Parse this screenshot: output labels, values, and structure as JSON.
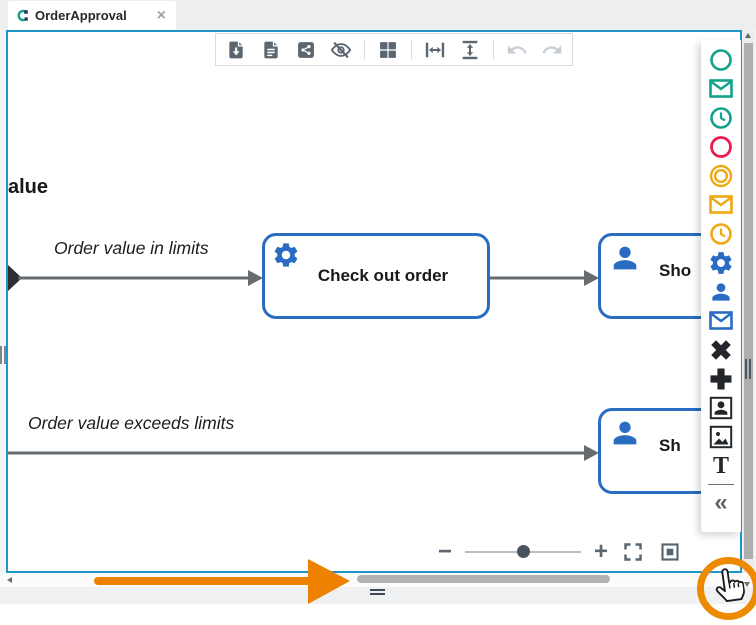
{
  "tab": {
    "icon": "bpmn-modeler-logo-icon",
    "title": "OrderApproval",
    "close_glyph": "×"
  },
  "toolbar": {
    "icons": [
      "export-file",
      "document-properties",
      "share",
      "hide-preview",
      "grid-layout",
      "fit-width",
      "fit-height",
      "undo",
      "redo"
    ],
    "undo_redo_disabled": true
  },
  "diagram": {
    "gateway_label_partial": "alue",
    "flows": [
      {
        "label": "Order value in limits"
      },
      {
        "label": "Order value exceeds limits"
      }
    ],
    "tasks": [
      {
        "type": "service-task",
        "icon": "gear-icon",
        "label": "Check out order"
      },
      {
        "type": "user-task",
        "icon": "person-icon",
        "label": "Sho"
      },
      {
        "type": "user-task",
        "icon": "person-icon",
        "label": "Sh"
      }
    ]
  },
  "zoom_controls": {
    "minus_glyph": "−",
    "plus_glyph": "+",
    "icons": [
      "zoom-out",
      "zoom-slider",
      "zoom-in",
      "fullscreen",
      "fit-to-screen"
    ]
  },
  "palette": {
    "items": [
      {
        "name": "start-event",
        "shape": "circle",
        "color": "#12a28c"
      },
      {
        "name": "message-start-event",
        "shape": "envelope",
        "color": "#12a28c"
      },
      {
        "name": "timer-start-event",
        "shape": "clock",
        "color": "#12a28c"
      },
      {
        "name": "end-event",
        "shape": "circle",
        "color": "#ee1c4e"
      },
      {
        "name": "intermediate-event",
        "shape": "double-circle",
        "color": "#f0a812"
      },
      {
        "name": "message-intermediate-event",
        "shape": "envelope",
        "color": "#f0a812"
      },
      {
        "name": "timer-intermediate-event",
        "shape": "clock",
        "color": "#f0a812"
      },
      {
        "name": "service-task",
        "shape": "gear",
        "color": "#2a6cc2"
      },
      {
        "name": "user-task",
        "shape": "person",
        "color": "#2a6cc2"
      },
      {
        "name": "send-task",
        "shape": "envelope",
        "color": "#2a6cc2"
      },
      {
        "name": "exclusive-gateway",
        "shape": "x-cross",
        "color": "#23272b"
      },
      {
        "name": "parallel-gateway",
        "shape": "plus-cross",
        "color": "#23272b"
      },
      {
        "name": "participant",
        "shape": "framed-person",
        "color": "#23272b"
      },
      {
        "name": "image-annotation",
        "shape": "image",
        "color": "#23272b"
      },
      {
        "name": "text-annotation",
        "shape": "letter-T",
        "color": "#23272b"
      }
    ],
    "text_annotation_glyph": "T",
    "collapse_glyph": "«"
  },
  "annotations": {
    "arrow": "orange-callout-arrow",
    "circle": "orange-callout-circle",
    "cursor": "hand-pointer-cursor",
    "color": "#ee8200"
  },
  "colors": {
    "canvas_border": "#1f95c9",
    "task_border": "#2a6cc2",
    "flow_line": "#666b70",
    "teal": "#12a28c",
    "red": "#ee1c4e",
    "orange": "#f0a812",
    "slate_icon": "#5b6670"
  }
}
